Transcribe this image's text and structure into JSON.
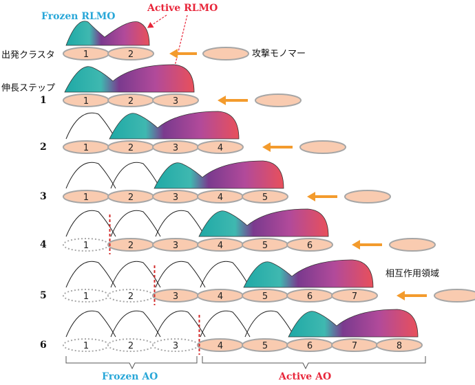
{
  "labels": {
    "frozen_rlmo": "Frozen RLMO",
    "active_rlmo": "Active RLMO",
    "initial_cluster": "出発クラスタ",
    "attacking_monomer": "攻撃モノマー",
    "growth_step": "伸長ステップ",
    "interaction_region": "相互作用領域",
    "frozen_ao": "Frozen AO",
    "active_ao": "Active AO"
  },
  "colors": {
    "frozen_text": "#29a7d8",
    "active_text": "#e8263a",
    "monomer_fill": "#f9cbb0",
    "monomer_stroke": "#a6a6a6",
    "arrow": "#f39b2d",
    "divider": "#d22a2a",
    "teal": "#1fa9a6",
    "purple": "#7a3a8e",
    "red": "#e8505b"
  },
  "initial_row": {
    "monomers": [
      "1",
      "2"
    ]
  },
  "steps": [
    {
      "step": "1",
      "monomers": [
        "1",
        "2",
        "3"
      ],
      "frozen_count": 0
    },
    {
      "step": "2",
      "monomers": [
        "1",
        "2",
        "3",
        "4"
      ],
      "frozen_count": 0
    },
    {
      "step": "3",
      "monomers": [
        "1",
        "2",
        "3",
        "4",
        "5"
      ],
      "frozen_count": 0
    },
    {
      "step": "4",
      "monomers": [
        "1",
        "2",
        "3",
        "4",
        "5",
        "6"
      ],
      "frozen_count": 1
    },
    {
      "step": "5",
      "monomers": [
        "1",
        "2",
        "3",
        "4",
        "5",
        "6",
        "7"
      ],
      "frozen_count": 2
    },
    {
      "step": "6",
      "monomers": [
        "1",
        "2",
        "3",
        "4",
        "5",
        "6",
        "7",
        "8"
      ],
      "frozen_count": 3
    }
  ]
}
